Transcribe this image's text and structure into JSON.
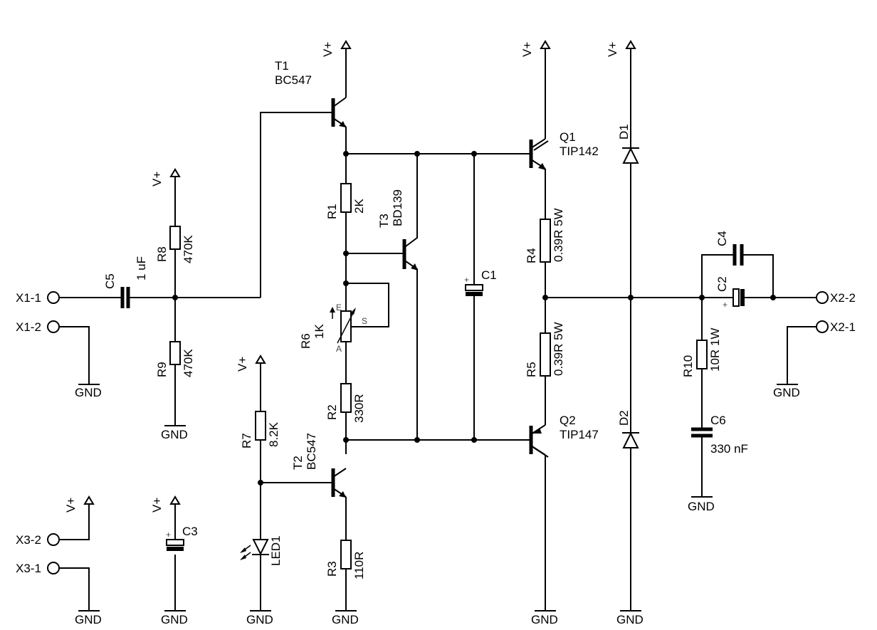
{
  "labels": {
    "x1_1": "X1-1",
    "x1_2": "X1-2",
    "x2_2": "X2-2",
    "x2_1": "X2-1",
    "x3_2": "X3-2",
    "x3_1": "X3-1",
    "vplus": "V+",
    "gnd": "GND",
    "t1_name": "T1",
    "t1_type": "BC547",
    "t2_name": "T2",
    "t2_type": "BC547",
    "t3_name": "T3",
    "t3_type": "BD139",
    "q1_name": "Q1",
    "q1_type": "TIP142",
    "q2_name": "Q2",
    "q2_type": "TIP147",
    "r1_name": "R1",
    "r1_value": "2K",
    "r2_name": "R2",
    "r2_value": "330R",
    "r3_name": "R3",
    "r3_value": "110R",
    "r4_name": "R4",
    "r4_value": "0.39R 5W",
    "r5_name": "R5",
    "r5_value": "0.39R 5W",
    "r6_name": "R6",
    "r6_value": "1K",
    "r6_pin_a": "A",
    "r6_pin_e": "E",
    "r6_pin_s": "S",
    "r7_name": "R7",
    "r7_value": "8.2K",
    "r8_name": "R8",
    "r8_value": "470K",
    "r9_name": "R9",
    "r9_value": "470K",
    "r10_name": "R10",
    "r10_value": "10R 1W",
    "c1_name": "C1",
    "c2_name": "C2",
    "c3_name": "C3",
    "c4_name": "C4",
    "c5_name": "C5",
    "c5_value": "1 uF",
    "c6_name": "C6",
    "c6_value": "330 nF",
    "d1_name": "D1",
    "d2_name": "D2",
    "led1_name": "LED1",
    "plus": "+"
  }
}
